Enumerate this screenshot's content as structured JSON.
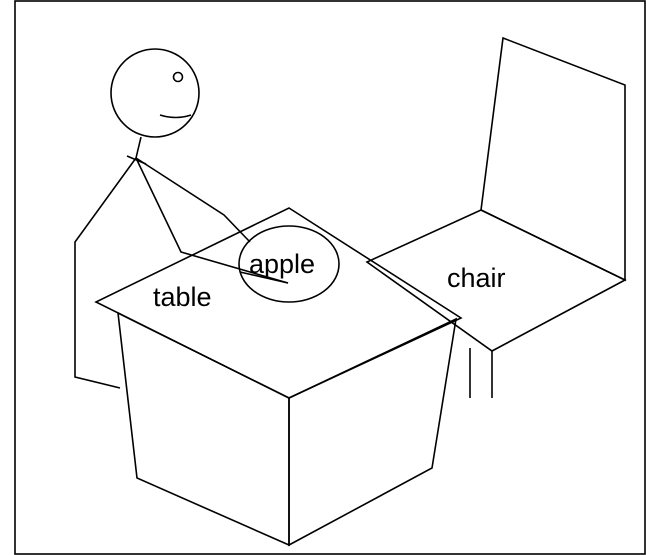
{
  "labels": {
    "apple": "apple",
    "table": "table",
    "chair": "chair"
  },
  "colors": {
    "background": "#ffffff",
    "stroke": "#000000",
    "table_sides": "#c0c0c0",
    "table_top": "#ffffff"
  }
}
